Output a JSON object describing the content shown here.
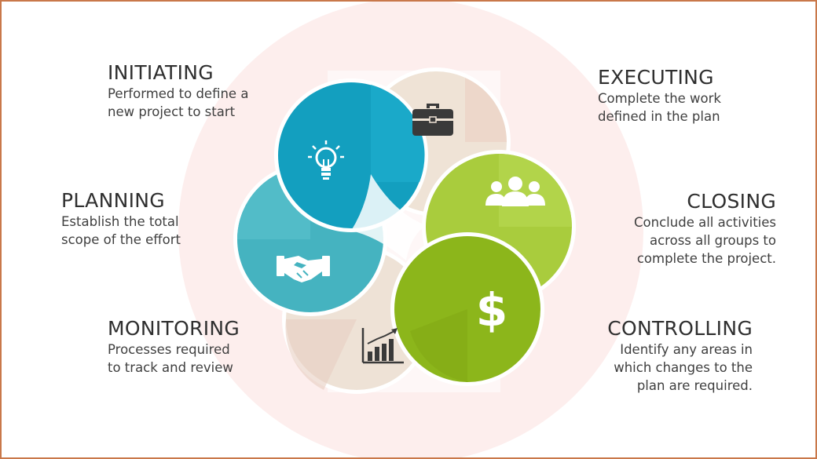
{
  "colors": {
    "background_ring": "#fde7e5",
    "border": "#c9784a",
    "initiating": "#12a0c0",
    "planning": "#3bb3c3",
    "executing": "#ece0d2",
    "closing": "#a8cc3c",
    "controlling": "#8fb81a",
    "monitoring": "#eadcd0",
    "text": "#3b3b3b"
  },
  "phases": [
    {
      "key": "initiating",
      "title": "INITIATING",
      "desc": "Performed to define a\nnew project  to start",
      "icon": "lightbulb-icon"
    },
    {
      "key": "planning",
      "title": "PLANNING",
      "desc": "Establish the total\nscope of the effort",
      "icon": "handshake-icon"
    },
    {
      "key": "monitoring",
      "title": "MONITORING",
      "desc": "Processes required\nto track and review",
      "icon": "bar-chart-icon"
    },
    {
      "key": "executing",
      "title": "EXECUTING",
      "desc": "Complete the work\ndefined in the plan",
      "icon": "briefcase-icon"
    },
    {
      "key": "closing",
      "title": "CLOSING",
      "desc": "Conclude all activities\nacross all groups to\ncomplete the project.",
      "icon": "team-icon"
    },
    {
      "key": "controlling",
      "title": "CONTROLLING",
      "desc": "Identify any areas in\nwhich changes to the\nplan are required.",
      "icon": "dollar-icon"
    }
  ]
}
